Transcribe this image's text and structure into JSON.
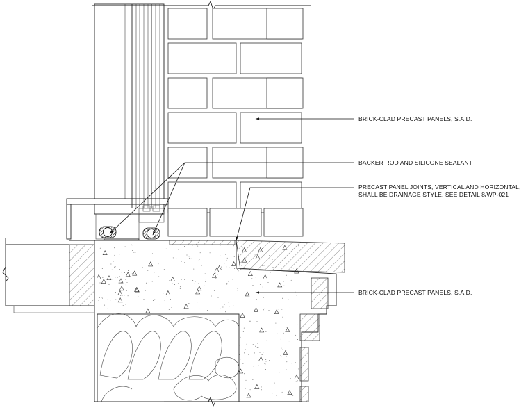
{
  "notes": [
    {
      "id": "brick-panels-upper",
      "lines": [
        "BRICK-CLAD PRECAST PANELS, S.A.D."
      ]
    },
    {
      "id": "backer-rod",
      "lines": [
        "BACKER ROD AND SILICONE SEALANT"
      ]
    },
    {
      "id": "panel-joints",
      "lines": [
        "PRECAST PANEL JOINTS, VERTICAL AND HORIZONTAL,",
        "SHALL BE DRAINAGE STYLE, SEE DETAIL 8/WP-021"
      ]
    },
    {
      "id": "brick-panels-lower",
      "lines": [
        "BRICK-CLAD PRECAST PANELS, S.A.D."
      ]
    }
  ],
  "colors": {
    "line": "#222222",
    "background": "#ffffff"
  }
}
